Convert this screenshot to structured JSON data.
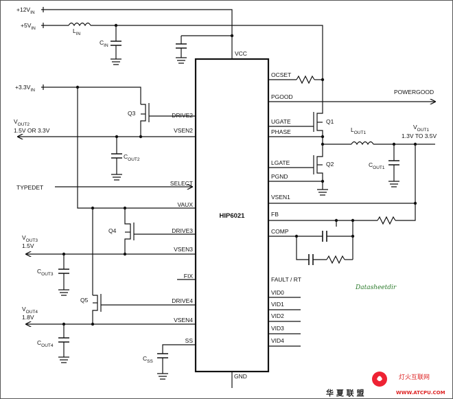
{
  "ic": {
    "name": "HIP6021"
  },
  "left_pins": {
    "drive2": "DRIVE2",
    "vsen2": "VSEN2",
    "select": "SELECT",
    "vaux": "VAUX",
    "drive3": "DRIVE3",
    "vsen3": "VSEN3",
    "fix": "FIX",
    "drive4": "DRIVE4",
    "vsen4": "VSEN4",
    "ss": "SS"
  },
  "right_pins": {
    "ocset": "OCSET",
    "pgood": "PGOOD",
    "ugate": "UGATE",
    "phase": "PHASE",
    "lgate": "LGATE",
    "pgnd": "PGND",
    "vsen1": "VSEN1",
    "fb": "FB",
    "comp": "COMP",
    "fault": "FAULT / RT",
    "vid0": "VID0",
    "vid1": "VID1",
    "vid2": "VID2",
    "vid3": "VID3",
    "vid4": "VID4"
  },
  "top_pins": {
    "vcc": "VCC"
  },
  "bottom_pins": {
    "gnd": "GND"
  },
  "inputs": {
    "v12": {
      "main": "+12V",
      "sub": "IN"
    },
    "v5": {
      "main": "+5V",
      "sub": "IN"
    },
    "v33": {
      "main": "+3.3V",
      "sub": "IN"
    },
    "typedet": "TYPEDET"
  },
  "outputs": {
    "powergood": "POWERGOOD",
    "vout1": {
      "main": "V",
      "sub": "OUT1",
      "range": "1.3V TO 3.5V"
    },
    "vout2": {
      "main": "V",
      "sub": "OUT2",
      "range": "1.5V OR 3.3V"
    },
    "vout3": {
      "main": "V",
      "sub": "OUT3",
      "range": "1.5V"
    },
    "vout4": {
      "main": "V",
      "sub": "OUT4",
      "range": "1.8V"
    }
  },
  "components": {
    "lin": {
      "main": "L",
      "sub": "IN"
    },
    "cin": {
      "main": "C",
      "sub": "IN"
    },
    "lout1": {
      "main": "L",
      "sub": "OUT1"
    },
    "cout1": {
      "main": "C",
      "sub": "OUT1"
    },
    "cout2": {
      "main": "C",
      "sub": "OUT2"
    },
    "cout3": {
      "main": "C",
      "sub": "OUT3"
    },
    "cout4": {
      "main": "C",
      "sub": "OUT4"
    },
    "css": {
      "main": "C",
      "sub": "SS"
    },
    "q1": "Q1",
    "q2": "Q2",
    "q3": "Q3",
    "q4": "Q4",
    "q5": "Q5"
  },
  "watermark": "Datasheetdir",
  "logo": {
    "cn": "华 夏 联 盟",
    "red": "灯火互联网",
    "url": "WWW.ATCPU.COM"
  }
}
